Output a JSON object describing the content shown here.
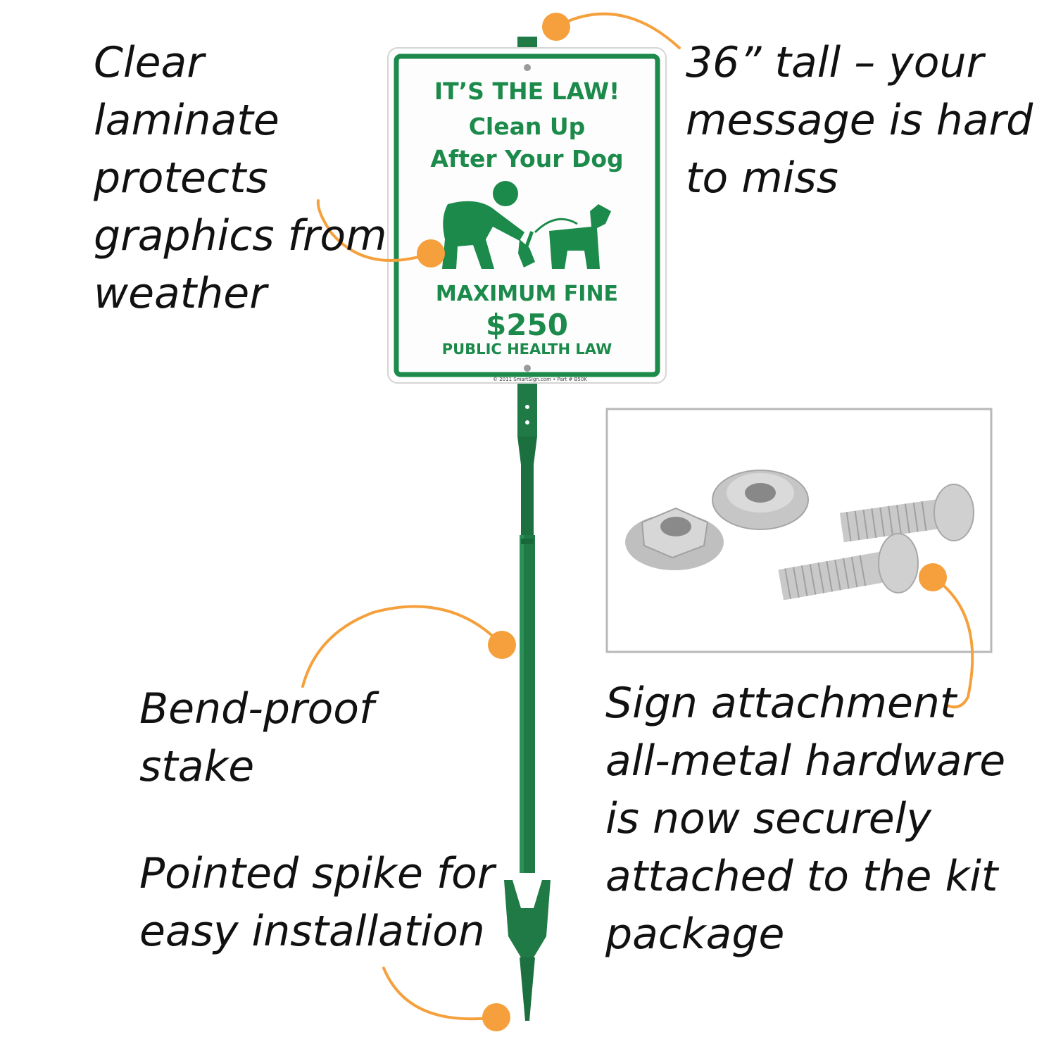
{
  "sign": {
    "line1": "IT’S THE LAW!",
    "line2": "Clean Up",
    "line3": "After Your Dog",
    "fine_label": "MAXIMUM FINE",
    "fine_amount": "$250",
    "law": "PUBLIC HEALTH LAW",
    "footer": "© 2011 SmartSign.com • Part # B50K"
  },
  "callouts": {
    "laminate": "Clear laminate\nprotects\ngraphics from\nweather",
    "tall": "36” tall – your\nmessage is hard\nto miss",
    "stake": "Bend-proof\nstake",
    "spike": "Pointed spike for\neasy installation",
    "hardware": "Sign attachment\nall-metal hardware\nis now securely\nattached to the kit\npackage"
  },
  "colors": {
    "accent": "#f5a03c",
    "sign_green": "#1b8a4a",
    "stake_green": "#1f7a45",
    "frame_gray": "#b8b8b8"
  },
  "icons": [
    "person-picking-up-waste-icon",
    "dog-icon",
    "nut-icon",
    "bolt-icon"
  ]
}
